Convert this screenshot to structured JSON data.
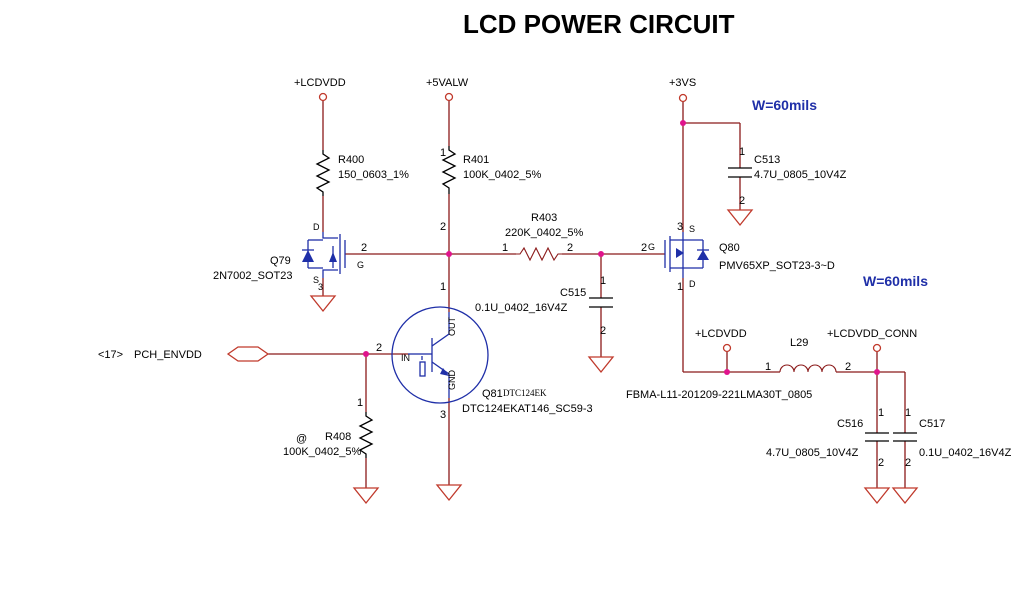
{
  "title": "LCD POWER CIRCUIT",
  "rails": {
    "lcdvdd_top": "+LCDVDD",
    "valw": "+5VALW",
    "vs3": "+3VS",
    "lcdvdd_out": "+LCDVDD",
    "lcdvdd_conn": "+LCDVDD_CONN"
  },
  "width_labels": {
    "top": "W=60mils",
    "right": "W=60mils"
  },
  "components": {
    "r400": {
      "ref": "R400",
      "value": "150_0603_1%"
    },
    "r401": {
      "ref": "R401",
      "value": "100K_0402_5%"
    },
    "r403": {
      "ref": "R403",
      "value": "220K_0402_5%"
    },
    "r408": {
      "ref": "R408",
      "value": "100K_0402_5%",
      "marker": "@"
    },
    "c513": {
      "ref": "C513",
      "value": "4.7U_0805_10V4Z"
    },
    "c515": {
      "ref": "C515",
      "value": "0.1U_0402_16V4Z"
    },
    "c516": {
      "ref": "C516",
      "value": "4.7U_0805_10V4Z"
    },
    "c517": {
      "ref": "C517",
      "value": "0.1U_0402_16V4Z"
    },
    "q79": {
      "ref": "Q79",
      "value": "2N7002_SOT23"
    },
    "q80": {
      "ref": "Q80",
      "value": "PMV65XP_SOT23-3~D"
    },
    "q81": {
      "ref": "Q81",
      "part": "DTC124EK",
      "value": "DTC124EKAT146_SC59-3"
    },
    "l29": {
      "ref": "L29",
      "value": "FBMA-L11-201209-221LMA30T_0805"
    }
  },
  "signal": {
    "ref": "<17>",
    "name": "PCH_ENVDD"
  },
  "pins": {
    "one": "1",
    "two": "2",
    "three": "3",
    "d": "D",
    "s": "S",
    "g": "G",
    "in": "IN",
    "out": "OUT",
    "gnd": "GND"
  },
  "colors": {
    "wire": "#8b1a1a",
    "power": "#c0392b",
    "junction": "#e0148c",
    "symbol": "#1f2fa8",
    "width_label": "#1f2fa8"
  }
}
